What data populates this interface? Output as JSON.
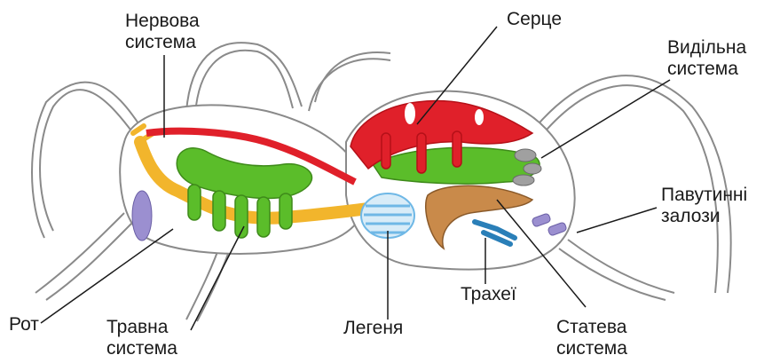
{
  "labels": {
    "nervous_system": [
      "Нервова",
      "система"
    ],
    "heart": "Серце",
    "excretory_system": [
      "Видільна",
      "система"
    ],
    "spinning_glands": [
      "Павутинні",
      "залози"
    ],
    "mouth": "Рот",
    "digestive_system": [
      "Травна",
      "система"
    ],
    "lung": "Легеня",
    "tracheae": "Трахеї",
    "reproductive_system": [
      "Статева",
      "система"
    ]
  },
  "colors": {
    "nervous": "#e0202a",
    "digestive": "#5bbd2a",
    "gut": "#f2b52c",
    "lung": "#6fb8e6",
    "reproductive": "#c98a4a",
    "tracheae": "#2a7fb8",
    "excretory": "#8a8a8a",
    "glands": "#9b8fd0",
    "mouth": "#9b8fd0",
    "outline": "#8a8a8a",
    "leader": "#1a1a1a"
  }
}
